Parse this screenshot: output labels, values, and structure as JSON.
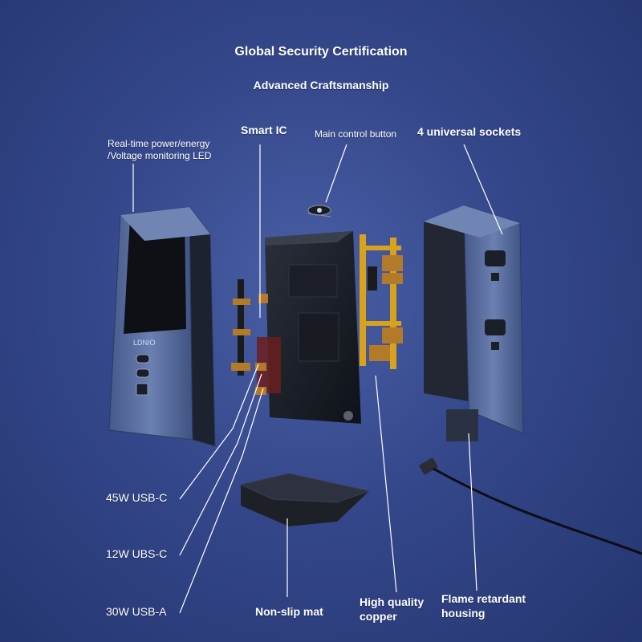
{
  "header": {
    "title": "Global Security Certification",
    "subtitle": "Advanced Craftsmanship"
  },
  "labels": {
    "led_line1": "Real-time power/energy",
    "led_line2": "/Voltage monitoring LED",
    "smart_ic": "Smart IC",
    "main_button": "Main control button",
    "sockets": "4 universal sockets",
    "usb_c_45": "45W USB-C",
    "usb_c_12": "12W UBS-C",
    "usb_a_30": "30W USB-A",
    "non_slip": "Non-slip mat",
    "copper_line1": "High quality",
    "copper_line2": "copper",
    "housing_line1": "Flame retardant",
    "housing_line2": "housing"
  },
  "device": {
    "brand_logo": "LDNIO"
  },
  "colors": {
    "background": "#34478a",
    "housing_blue": "#5a6f9e",
    "copper_gold": "#d8a21c",
    "leader_line": "#ffffff"
  }
}
